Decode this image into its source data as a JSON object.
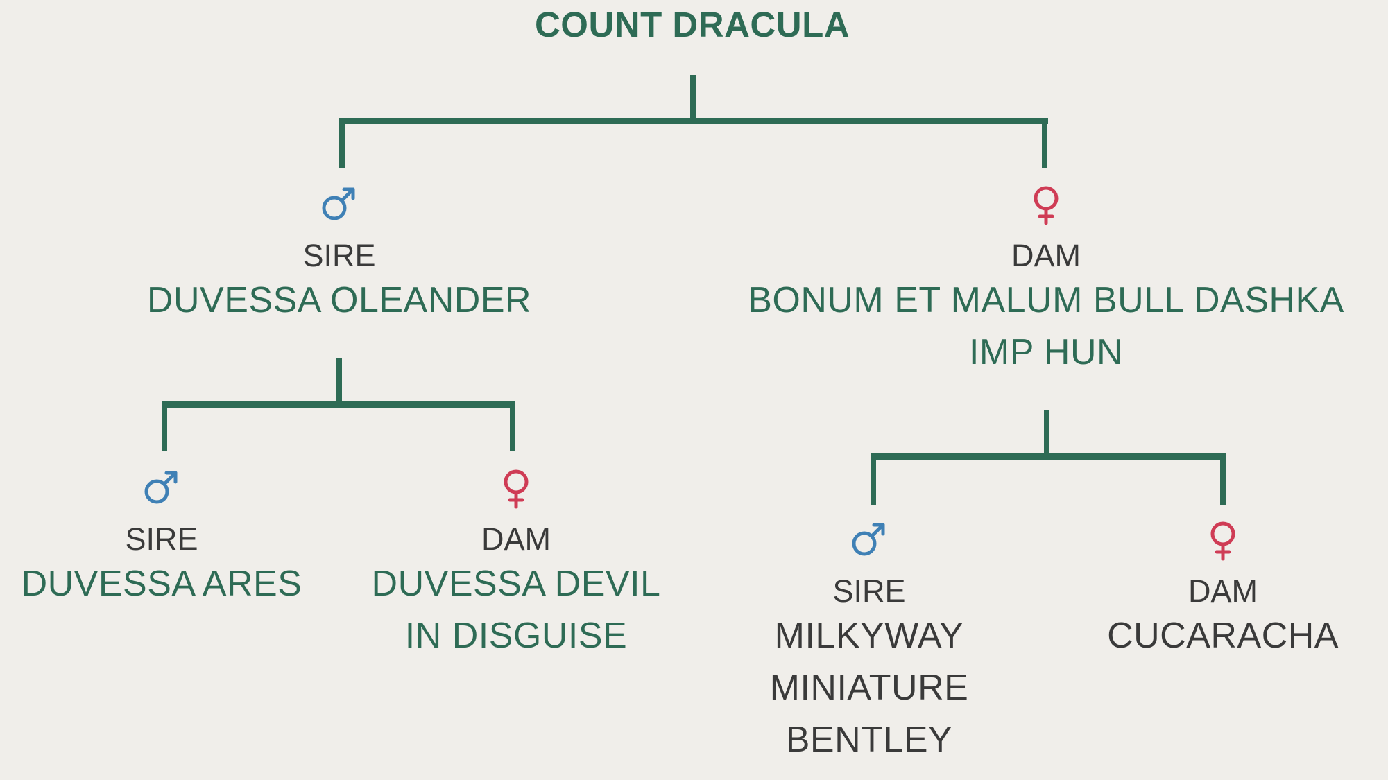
{
  "title": "COUNT DRACULA",
  "colors": {
    "accent": "#2e6b55",
    "male": "#3f80b5",
    "female": "#cf3c55",
    "text": "#3a3a3a",
    "background": "#f0eeea"
  },
  "sire": {
    "icon": "male-icon",
    "role": "SIRE",
    "name": "DUVESSA OLEANDER",
    "sire": {
      "icon": "male-icon",
      "role": "SIRE",
      "name": "DUVESSA ARES"
    },
    "dam": {
      "icon": "female-icon",
      "role": "DAM",
      "name": "DUVESSA DEVIL IN DISGUISE"
    }
  },
  "dam": {
    "icon": "female-icon",
    "role": "DAM",
    "name": "BONUM ET MALUM BULL DASHKA IMP HUN",
    "sire": {
      "icon": "male-icon",
      "role": "SIRE",
      "name": "MILKYWAY MINIATURE BENTLEY"
    },
    "dam": {
      "icon": "female-icon",
      "role": "DAM",
      "name": "CUCARACHA"
    }
  }
}
